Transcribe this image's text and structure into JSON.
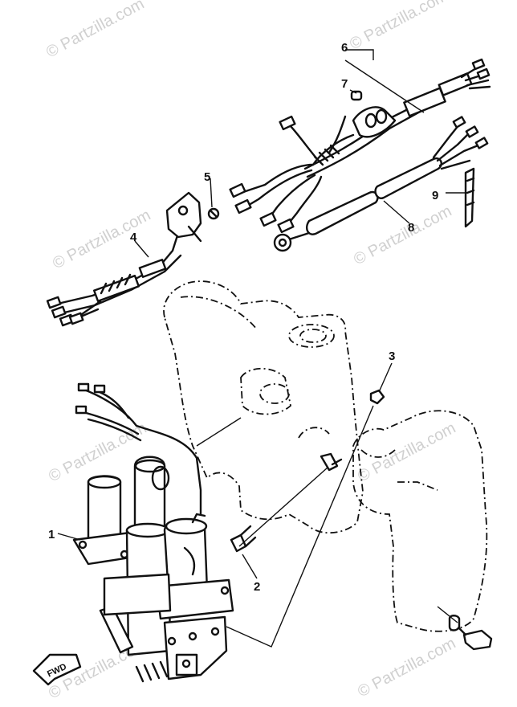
{
  "watermark": "© Partzilla.com",
  "callouts": [
    "1",
    "2",
    "3",
    "4",
    "5",
    "6",
    "7",
    "8",
    "9"
  ],
  "fwd_label": "FWD",
  "colors": {
    "ink": "#111111",
    "watermark": "#d0d0d0",
    "background": "#ffffff"
  }
}
